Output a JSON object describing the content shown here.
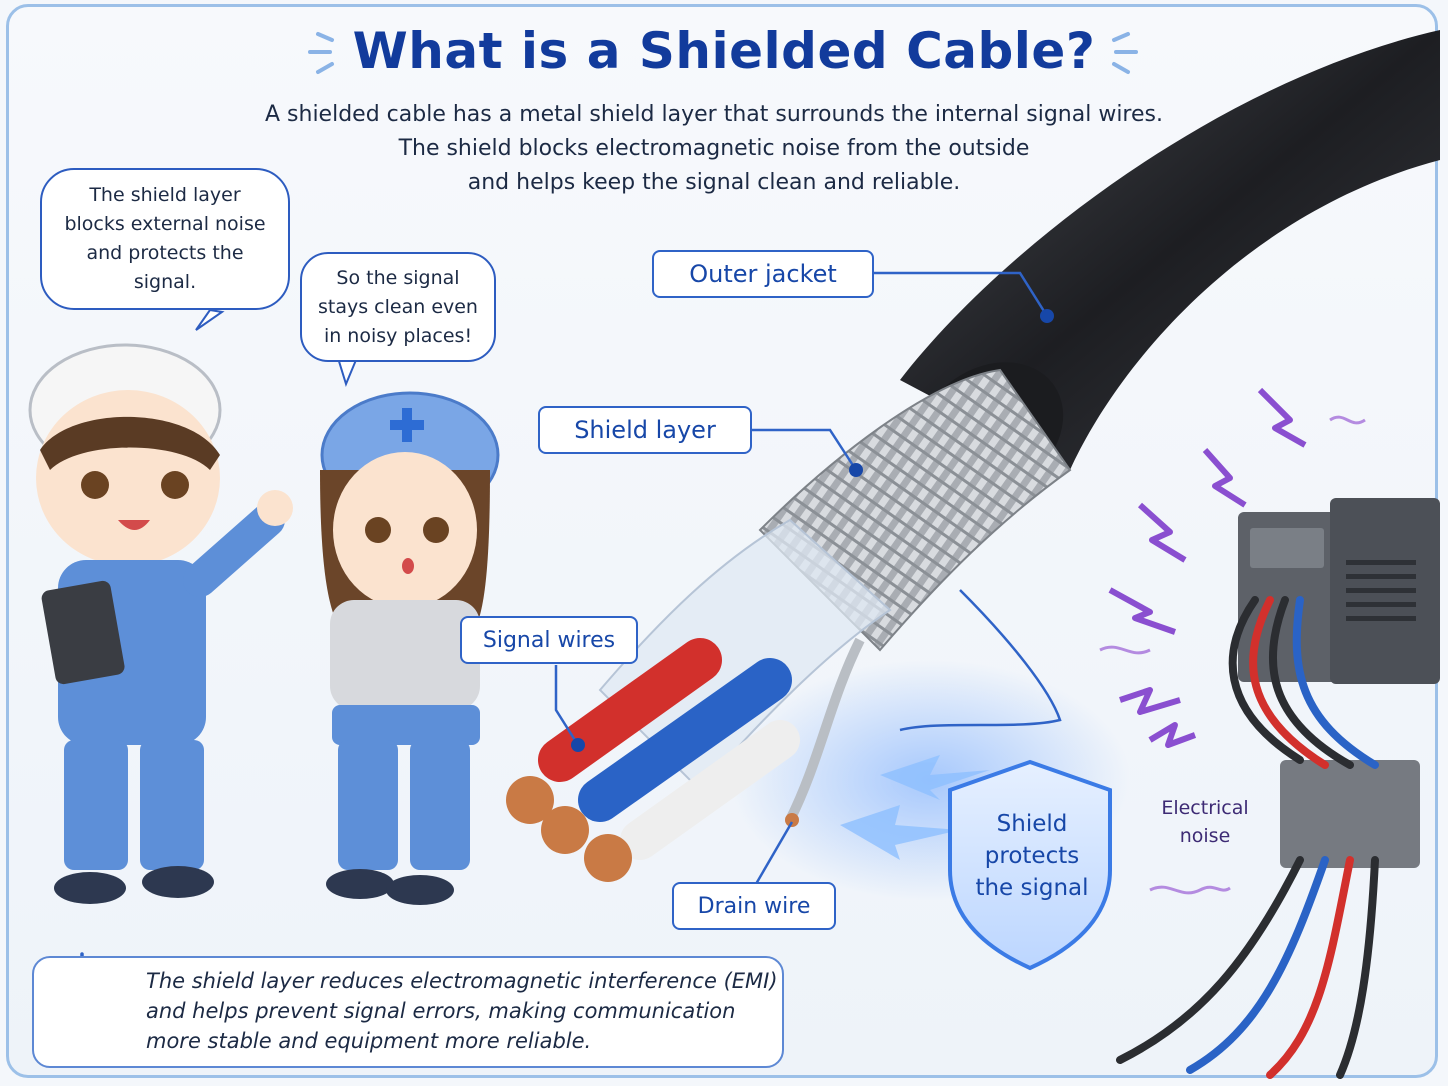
{
  "title": "What is a Shielded Cable?",
  "intro": [
    "A shielded cable has a metal shield layer that surrounds the internal signal wires.",
    "The shield blocks electromagnetic noise from the outside",
    "and helps keep the signal clean and reliable."
  ],
  "bubbles": {
    "left": "The shield layer blocks external noise and protects the signal.",
    "right": "So the signal stays clean even in noisy places!"
  },
  "labels": {
    "outer_jacket": "Outer jacket",
    "shield_layer": "Shield layer",
    "signal_wires": "Signal wires",
    "drain_wire": "Drain wire"
  },
  "shield_badge": [
    "Shield",
    "protects",
    "the signal"
  ],
  "noise_label": [
    "Electrical",
    "noise"
  ],
  "info": [
    "The shield layer reduces electromagnetic interference (EMI)",
    "and helps prevent signal errors, making communication",
    "more stable and equipment more reliable."
  ],
  "colors": {
    "title": "#123b9c",
    "accent": "#2f63c7",
    "jacket": "#2b2d31",
    "wire_red": "#d2302c",
    "wire_blue": "#2a63c6",
    "wire_white": "#eeeeee",
    "copper": "#c97a45",
    "noise": "#8a4fd0"
  },
  "icons": [
    "lightbulb-icon",
    "lightning-icon",
    "shield-icon"
  ]
}
